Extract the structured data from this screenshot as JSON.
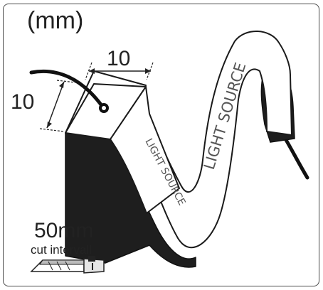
{
  "unit_label": "(mm)",
  "dimensions": {
    "width": "10",
    "height": "10"
  },
  "labels": {
    "light_source_front": "LIGHT SOURCE",
    "light_source_top": "LIGHT SOURCE"
  },
  "cut": {
    "size": "50mm",
    "caption": "cut intervall"
  },
  "icons": {
    "cable": "cable-icon",
    "cutter": "utility-knife-icon"
  },
  "colors": {
    "outline": "#1a1a1a",
    "dark_face": "#1e1e1e",
    "light_face": "#ffffff",
    "frame": "#4a4a4a"
  }
}
